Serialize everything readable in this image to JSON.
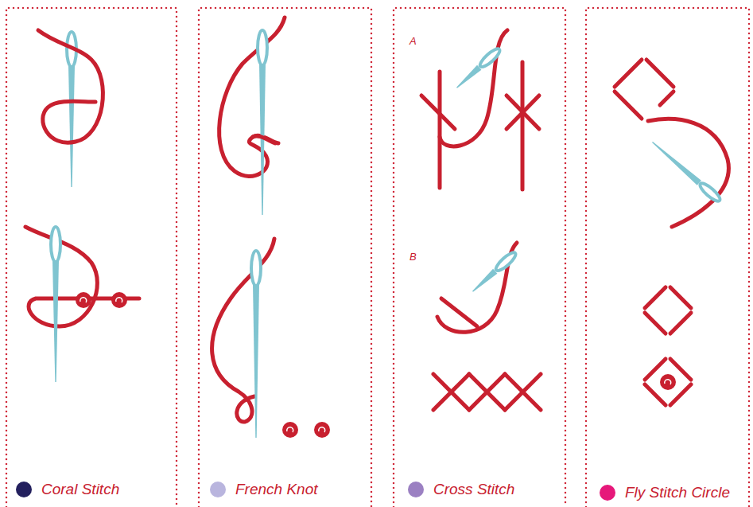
{
  "diagram": {
    "labels": [
      "A",
      "B"
    ],
    "legend": [
      {
        "text": "Coral Stitch",
        "color": "#23205e"
      },
      {
        "text": "French Knot",
        "color": "#b9b5de"
      },
      {
        "text": "Cross Stitch",
        "color": "#9b80c2"
      },
      {
        "text": "Fly Stitch Circle",
        "color": "#e6187a"
      }
    ]
  }
}
